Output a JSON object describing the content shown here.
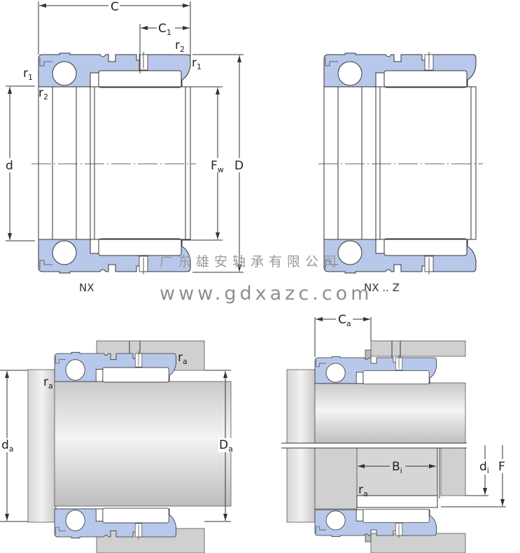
{
  "labels": {
    "C": "C",
    "C1": {
      "main": "C",
      "sub": "1"
    },
    "r1": {
      "main": "r",
      "sub": "1"
    },
    "r2": {
      "main": "r",
      "sub": "2"
    },
    "d": "d",
    "Fw": {
      "main": "F",
      "sub": "w"
    },
    "D": "D",
    "ra": {
      "main": "r",
      "sub": "a"
    },
    "da": {
      "main": "d",
      "sub": "a"
    },
    "Da": {
      "main": "D",
      "sub": "a"
    },
    "Ca": {
      "main": "C",
      "sub": "a"
    },
    "Bi": {
      "main": "B",
      "sub": "i"
    },
    "di": {
      "main": "d",
      "sub": "i"
    },
    "F": "F"
  },
  "captions": {
    "nx": "NX",
    "nxz": "NX .. Z"
  },
  "watermark": {
    "company": "广东雄安轴承有限公司",
    "url": "www.gdxazc.com"
  },
  "colors": {
    "bearing_fill": "#b8c8ea",
    "housing_fill": "#d0d0d0"
  }
}
